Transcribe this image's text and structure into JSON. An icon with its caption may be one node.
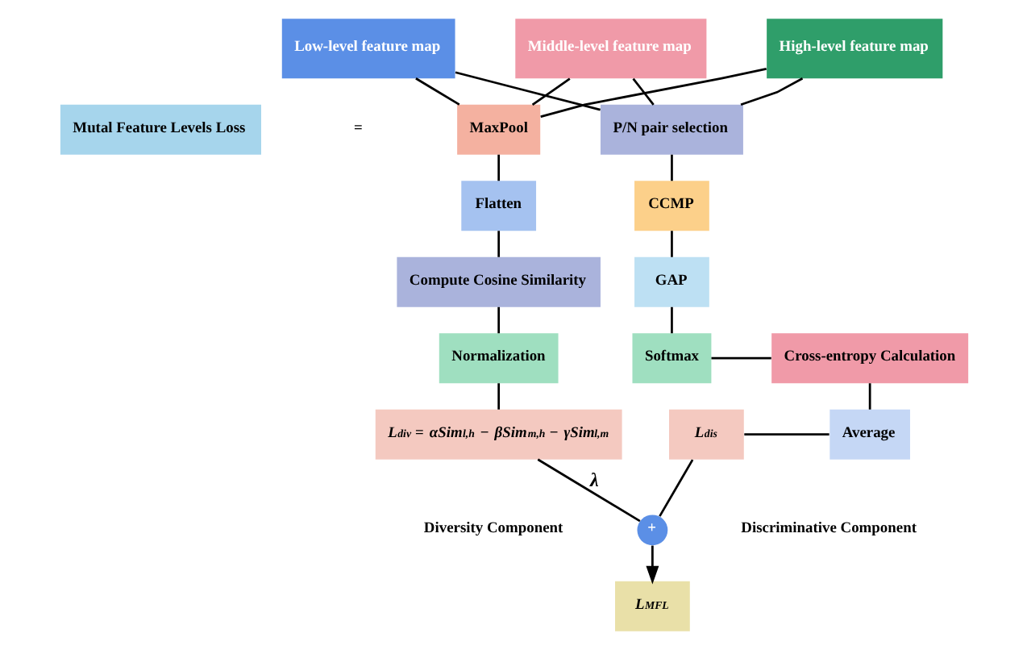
{
  "diagram": {
    "nodes": [
      {
        "text": [
          "Mutal Feature Levels Loss"
        ]
      },
      {
        "text": [
          "Low-level feature map"
        ]
      },
      {
        "text": [
          "Middle-level feature map"
        ]
      },
      {
        "text": [
          "High-level feature map"
        ]
      },
      {
        "text": [
          "MaxPool"
        ]
      },
      {
        "text": [
          "Flatten"
        ]
      },
      {
        "text": [
          "Compute Cosine Similarity"
        ]
      },
      {
        "text": [
          "Normalization"
        ]
      },
      {
        "text": [
          "*L*$_{div}$ = *αSim*$_{l,h}$ − *βSim*$_{m,h}$ − *γSim*$_{l,m}$"
        ]
      },
      {
        "text": [
          "P/N pair selection"
        ]
      },
      {
        "text": [
          "CCMP"
        ]
      },
      {
        "text": [
          "GAP"
        ]
      },
      {
        "text": [
          "Softmax"
        ]
      },
      {
        "text": [
          "Cross-entropy Calculation"
        ]
      },
      {
        "text": [
          "Average"
        ]
      },
      {
        "text": [
          "*L*$_{dis}$"
        ]
      },
      {
        "text": [
          "+"
        ]
      },
      {
        "text": [
          "*L*$_{MFL}$"
        ]
      }
    ],
    "edges": [
      {
        "from": 1,
        "to": 4,
        "arrow": "none"
      },
      {
        "from": 2,
        "to": 4,
        "arrow": "none"
      },
      {
        "from": 3,
        "to": 4,
        "arrow": "none"
      },
      {
        "from": 1,
        "to": 9,
        "arrow": "none"
      },
      {
        "from": 2,
        "to": 9,
        "arrow": "none"
      },
      {
        "from": 3,
        "to": 9,
        "arrow": "none"
      },
      {
        "from": 4,
        "to": 5,
        "arrow": "none"
      },
      {
        "from": 5,
        "to": 6,
        "arrow": "none"
      },
      {
        "from": 6,
        "to": 7,
        "arrow": "none"
      },
      {
        "from": 7,
        "to": 8,
        "arrow": "none"
      },
      {
        "from": 9,
        "to": 10,
        "arrow": "none"
      },
      {
        "from": 10,
        "to": 11,
        "arrow": "none"
      },
      {
        "from": 11,
        "to": 12,
        "arrow": "none"
      },
      {
        "from": 12,
        "to": 13,
        "arrow": "none"
      },
      {
        "from": 13,
        "to": 14,
        "arrow": "none"
      },
      {
        "from": 14,
        "to": 15,
        "arrow": "none"
      },
      {
        "from": 8,
        "to": 16,
        "label": "*λ*",
        "arrow": "none"
      },
      {
        "from": 15,
        "to": 16,
        "arrow": "none"
      },
      {
        "from": 16,
        "to": 17,
        "arrow": "to"
      }
    ],
    "labels": [
      "=",
      "Diversity Component",
      "Discriminative Component"
    ]
  }
}
